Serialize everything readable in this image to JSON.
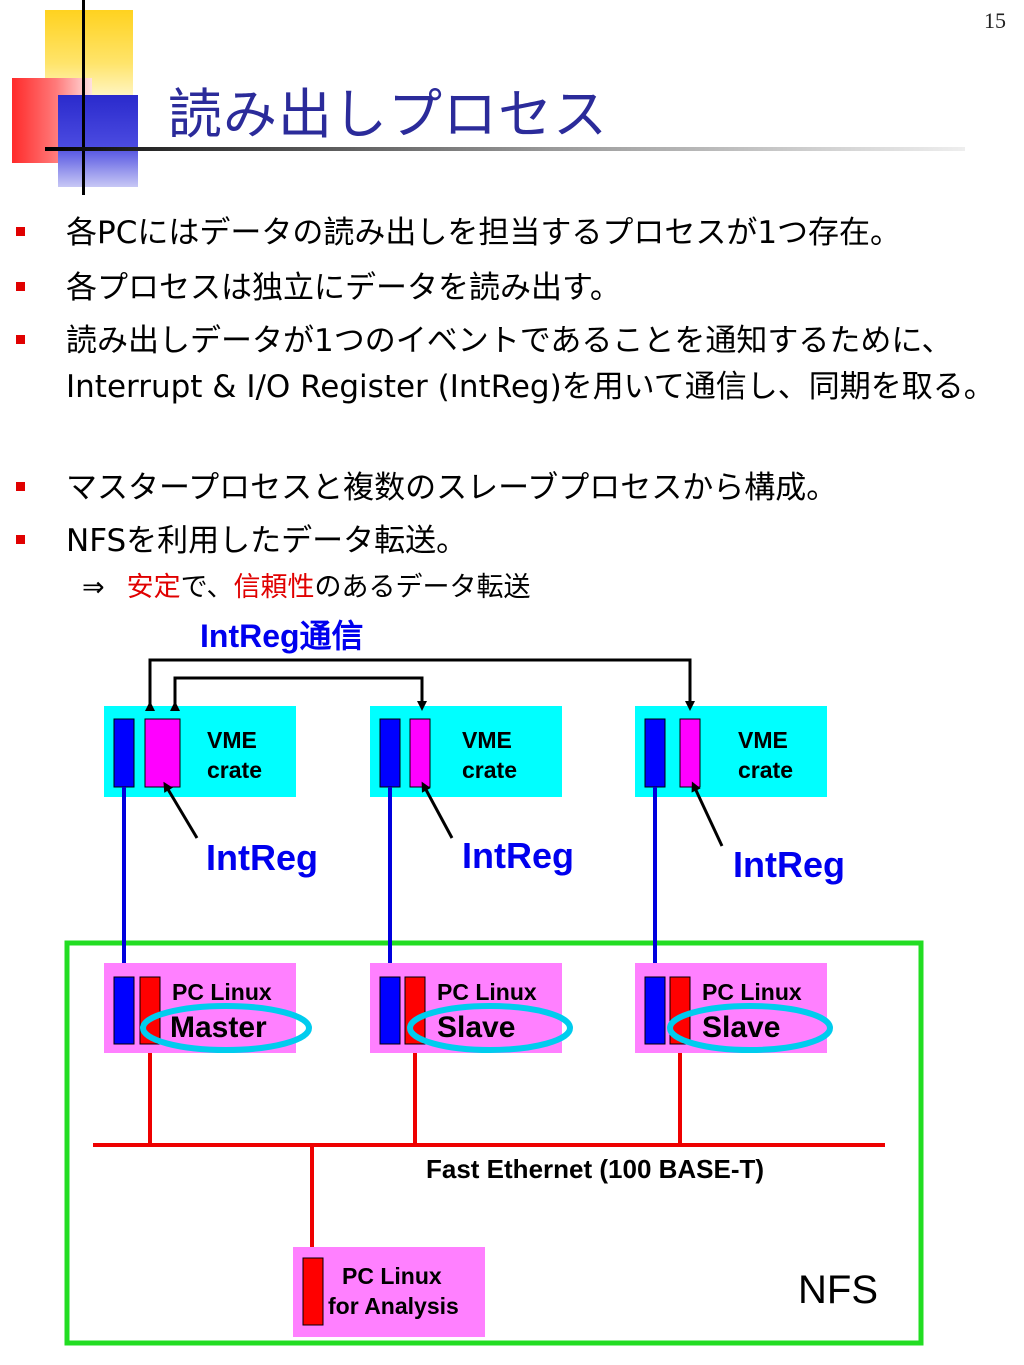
{
  "slide_number": "15",
  "title": "読み出しプロセス",
  "bullets": [
    "各PCにはデータの読み出しを担当するプロセスが1つ存在。",
    "各プロセスは独立にデータを読み出す。",
    "読み出しデータが1つのイベントであることを通知するために、Interrupt & I/O Register (IntReg)を用いて通信し、同期を取る。",
    "マスタープロセスと複数のスレーブプロセスから構成。",
    "NFSを利用したデータ転送。"
  ],
  "sub_bullet": {
    "arrow": "⇒",
    "part1": "安定",
    "part2": "で、",
    "part3": "信頼性",
    "part4": "のあるデータ転送"
  },
  "diagram": {
    "comm_label": "IntReg通信",
    "vme_line1": "VME",
    "vme_line2": "crate",
    "intreg_label": "IntReg",
    "pc_label": "PC Linux",
    "master_label": "Master",
    "slave_label": "Slave",
    "ethernet_label": "Fast Ethernet (100 BASE-T)",
    "analysis_line1": "PC Linux",
    "analysis_line2": "for Analysis",
    "nfs_label": "NFS"
  },
  "colors": {
    "title": "#2b2b9a",
    "vme_box": "#00ffff",
    "pc_box": "#ff80ff",
    "intreg_module": "#ff00ff",
    "blue_module": "#0000ff",
    "red_module": "#ff0000",
    "nfs_border": "#22dd22",
    "ellipse": "#00ccee"
  }
}
